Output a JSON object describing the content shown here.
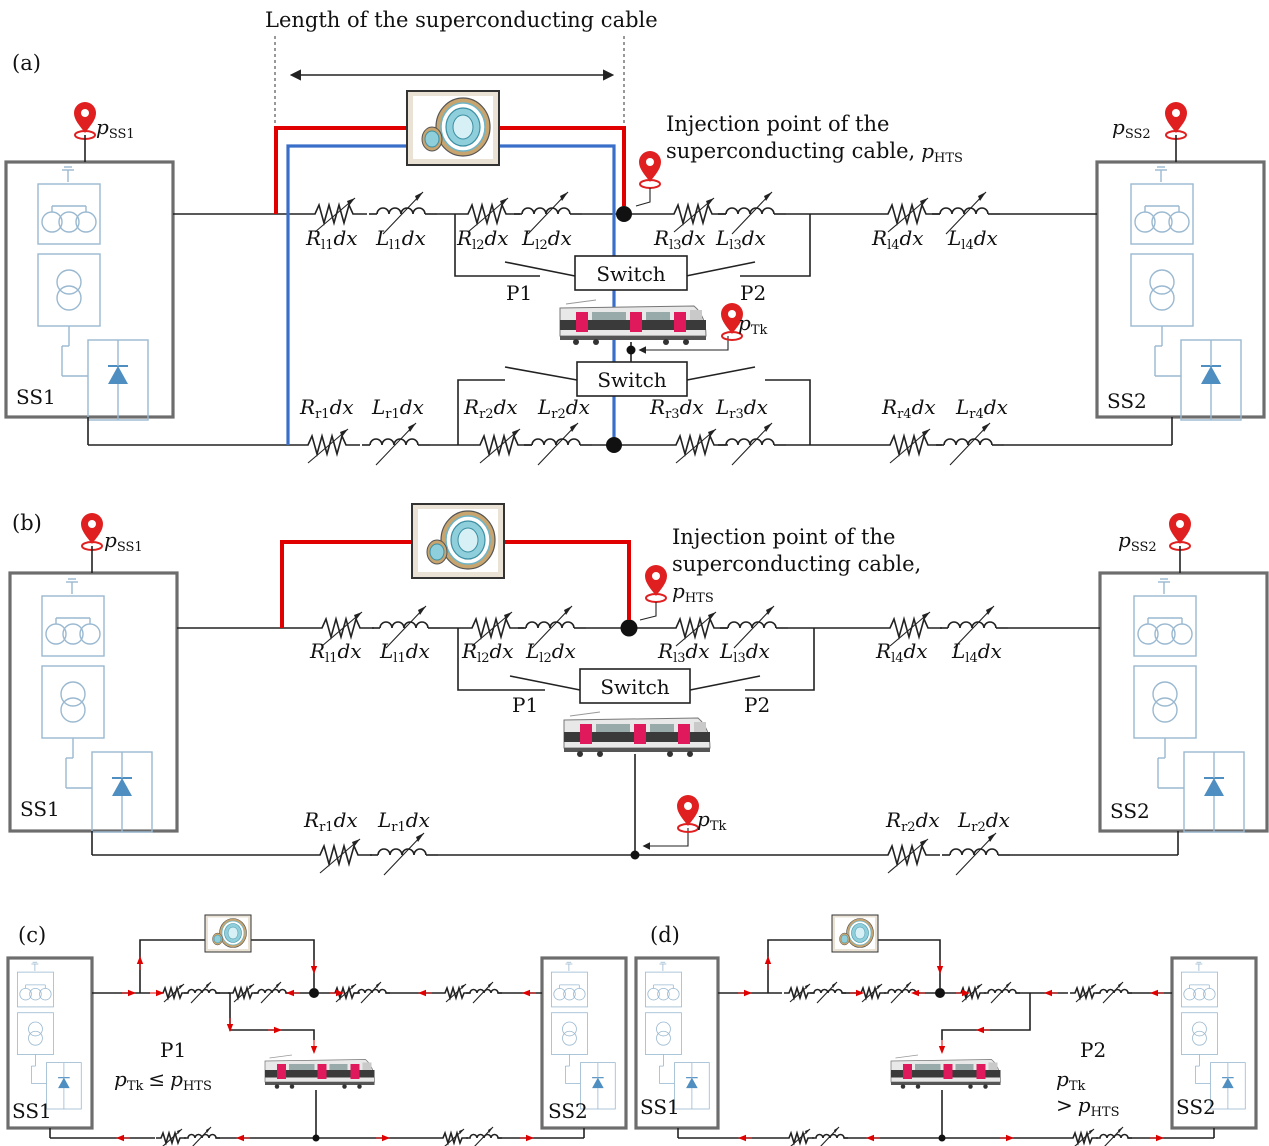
{
  "header": {
    "cable_length_label": "Length of the superconducting cable"
  },
  "panels": {
    "a": {
      "tag": "(a)"
    },
    "b": {
      "tag": "(b)"
    },
    "c": {
      "tag": "(c)"
    },
    "d": {
      "tag": "(d)"
    }
  },
  "substations": {
    "ss1": "SS1",
    "ss2": "SS2"
  },
  "pins": {
    "p_ss1_main": "p",
    "p_ss1_sub": "SS1",
    "p_ss2_main": "p",
    "p_ss2_sub": "SS2",
    "p_tk_main": "p",
    "p_tk_sub": "Tk",
    "p_hts_main": "p",
    "p_hts_sub": "HTS"
  },
  "injection": {
    "a_line1": "Injection point of the",
    "a_line2": "superconducting cable,",
    "b_line1": "Injection point of the",
    "b_line2": "superconducting cable,"
  },
  "switch_label": "Switch",
  "positions": {
    "p1": "P1",
    "p2": "P2"
  },
  "impedances": {
    "R": "R",
    "L": "L",
    "dx": "dx",
    "l1": "l1",
    "l2": "l2",
    "l3": "l3",
    "l4": "l4",
    "r1": "r1",
    "r2": "r2",
    "r3": "r3",
    "r4": "r4"
  },
  "conditions": {
    "c_pos": "P1",
    "c_cond": "≤",
    "d_pos": "P2",
    "d_cond": ">"
  },
  "colors": {
    "hts_feed": "#e00000",
    "hts_return": "#3a6fc9",
    "substation_symbol": "#9ab9d1"
  },
  "icons": [
    "location-pin-icon",
    "train-icon",
    "superconducting-cable-icon",
    "rectifier-diode-icon",
    "transformer-icon"
  ]
}
